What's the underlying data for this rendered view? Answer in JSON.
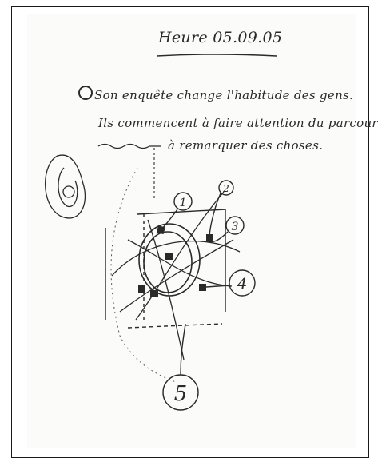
{
  "note": {
    "title": "Heure 05.09.05",
    "lines": [
      "Son enquête change l'habitude des gens.",
      "Ils commencent à faire attention du parcours.",
      "à remarquer des choses."
    ],
    "sketch_labels": [
      "1",
      "2",
      "3",
      "4",
      "5"
    ]
  }
}
